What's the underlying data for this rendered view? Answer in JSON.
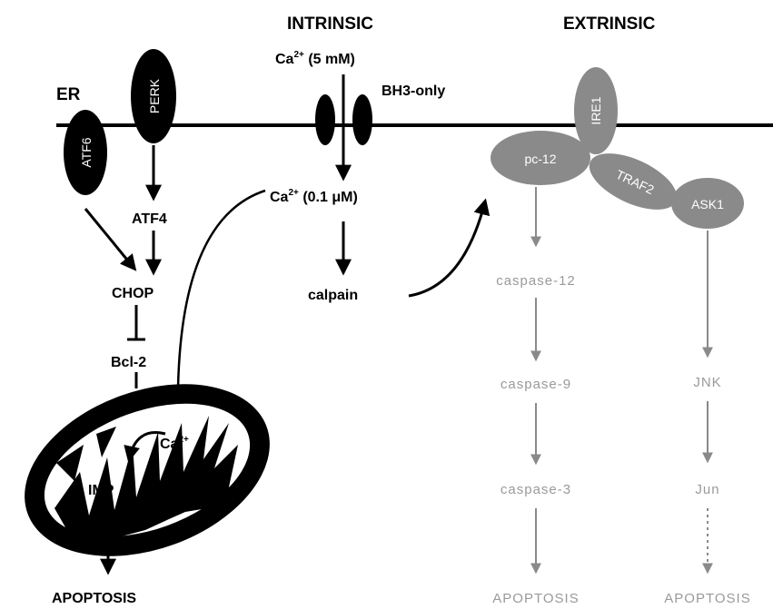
{
  "headers": {
    "intrinsic": "INTRINSIC",
    "extrinsic": "EXTRINSIC"
  },
  "er": {
    "label": "ER",
    "atf6": "ATF6",
    "perk": "PERK"
  },
  "left_pathway": {
    "atf4": "ATF4",
    "chop": "CHOP",
    "bcl2": "Bcl-2",
    "ca": "Ca",
    "ca_sup": "2+",
    "imp": "IMP",
    "apoptosis": "APOPTOSIS"
  },
  "intrinsic": {
    "ca_high": "Ca",
    "ca_high_sup": "2+",
    "ca_high_conc": "(5 mM)",
    "bh3": "BH3-only",
    "ca_low": "Ca",
    "ca_low_sup": "2+",
    "ca_low_conc": "(0.1 μM)",
    "calpain": "calpain"
  },
  "extrinsic": {
    "ire1": "IRE1",
    "pc12": "pc-12",
    "traf2": "TRAF2",
    "ask1": "ASK1",
    "caspase12": "caspase-12",
    "caspase9": "caspase-9",
    "caspase3": "caspase-3",
    "apoptosis1": "APOPTOSIS",
    "jnk": "JNK",
    "jun": "Jun",
    "apoptosis2": "APOPTOSIS"
  },
  "colors": {
    "black": "#000000",
    "protein_gray": "#8a8a8a",
    "faint_gray": "#9a9a9a",
    "membrane": "#000000"
  }
}
